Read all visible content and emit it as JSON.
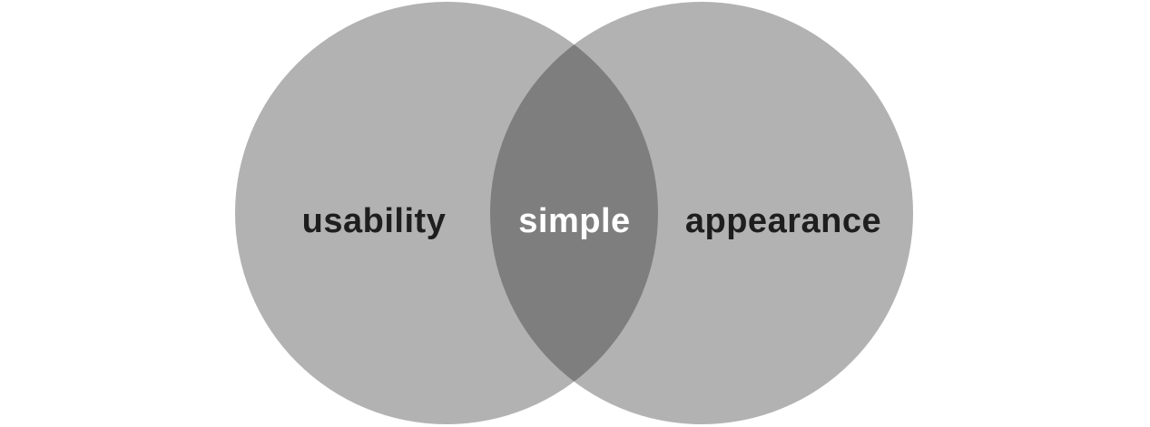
{
  "diagram": {
    "left_set": {
      "label": "usability",
      "fill": "#b2b2b2",
      "text_color": "#1e1e1e"
    },
    "right_set": {
      "label": "appearance",
      "fill": "#b2b2b2",
      "text_color": "#1e1e1e"
    },
    "intersection": {
      "label": "simple",
      "fill": "#7f7e7f",
      "text_color": "#ffffff"
    },
    "background": "#ffffff"
  }
}
